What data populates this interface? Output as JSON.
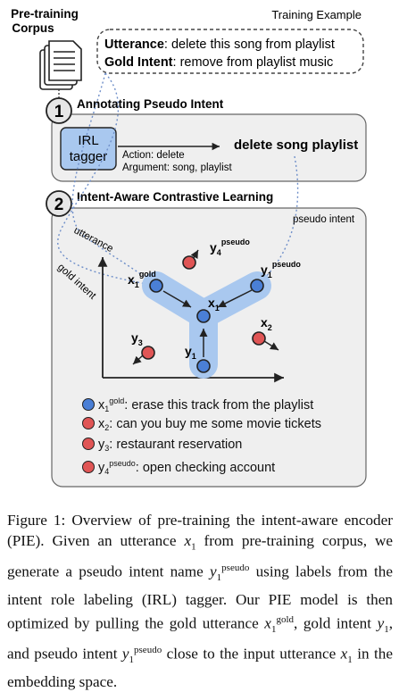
{
  "corpus": {
    "line1": "Pre-training",
    "line2": "Corpus"
  },
  "training_example": {
    "title": "Training Example",
    "utterance_label": "Utterance",
    "utterance_text": ": delete this song from playlist",
    "gold_label": "Gold Intent",
    "gold_text": ": remove from playlist music"
  },
  "step1": {
    "number": "1",
    "title": "Annotating Pseudo Intent",
    "tagger_line1": "IRL",
    "tagger_line2": "tagger",
    "action": "Action: delete",
    "argument": "Argument: song, playlist",
    "result": "delete song playlist"
  },
  "step2": {
    "number": "2",
    "title": "Intent-Aware Contrastive Learning",
    "utterance_tag": "utterance",
    "gold_intent_tag": "gold intent",
    "pseudo_intent_tag": "pseudo intent"
  },
  "points": {
    "x1": {
      "base": "x",
      "sub": "1"
    },
    "x1_gold": {
      "base": "x",
      "sub": "1",
      "sup": "gold"
    },
    "y1": {
      "base": "y",
      "sub": "1"
    },
    "y1_pseudo": {
      "base": "y",
      "sub": "1",
      "sup": "pseudo"
    },
    "y4_pseudo": {
      "base": "y",
      "sub": "4",
      "sup": "pseudo"
    },
    "x2": {
      "base": "x",
      "sub": "2"
    },
    "y3": {
      "base": "y",
      "sub": "3"
    }
  },
  "legend": [
    {
      "base": "x",
      "sub": "1",
      "sup": "gold",
      "text": ": erase this track from the playlist",
      "color": "#4a7fd6"
    },
    {
      "base": "x",
      "sub": "2",
      "sup": "",
      "text": ": can you buy me some movie tickets",
      "color": "#e05555"
    },
    {
      "base": "y",
      "sub": "3",
      "sup": "",
      "text": ": restaurant reservation",
      "color": "#e05555"
    },
    {
      "base": "y",
      "sub": "4",
      "sup": "pseudo",
      "text": ": open checking account",
      "color": "#e05555"
    }
  ],
  "colors": {
    "positive": "#4a7fd6",
    "negative": "#e05555",
    "highlight": "#a9c8ef",
    "dotted": "#6f8fc9"
  },
  "caption": {
    "p1": "Figure 1: Overview of pre-training the intent-aware encoder (PIE). Given an utterance ",
    "v1": "x",
    "p2": " from pre-training corpus, we generate a pseudo intent name ",
    "v2": "y",
    "p3": " using labels from the intent role labeling (IRL) tagger. Our PIE model is then optimized by pulling the gold utterance ",
    "v3": "x",
    "p4": ", gold intent ",
    "v4": "y",
    "p5": ", and pseudo intent ",
    "v5": "y",
    "p6": " close to the input utterance ",
    "v6": "x",
    "p7": " in the embedding space.",
    "sub1": "1",
    "sup_pseudo": "pseudo",
    "sup_gold": "gold"
  }
}
